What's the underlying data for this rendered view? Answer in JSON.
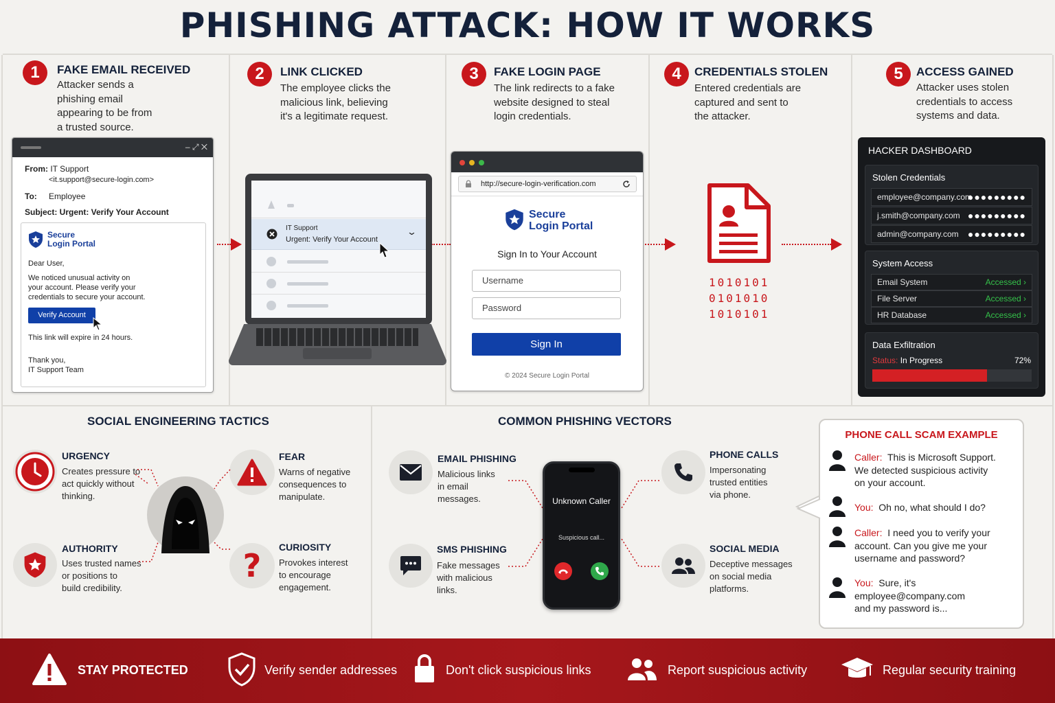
{
  "title": "PHISHING ATTACK: HOW IT WORKS",
  "steps": [
    {
      "num": "1",
      "title": "FAKE EMAIL RECEIVED",
      "lines": [
        "Attacker sends a",
        "phishing email",
        "appearing to be from",
        "a trusted source."
      ]
    },
    {
      "num": "2",
      "title": "LINK CLICKED",
      "lines": [
        "The employee clicks the",
        "malicious link, believing",
        "it's a legitimate request."
      ]
    },
    {
      "num": "3",
      "title": "FAKE LOGIN PAGE",
      "lines": [
        "The link redirects to a fake",
        "website designed to steal",
        "login credentials."
      ]
    },
    {
      "num": "4",
      "title": "CREDENTIALS STOLEN",
      "lines": [
        "Entered credentials are",
        "captured and sent to",
        "the attacker."
      ]
    },
    {
      "num": "5",
      "title": "ACCESS GAINED",
      "lines": [
        "Attacker uses stolen",
        "credentials to access",
        "systems and data."
      ]
    }
  ],
  "email": {
    "window_controls": "– ⤢ ✕",
    "from_label": "From:",
    "from_name": "IT Support",
    "from_addr": "<it.support@secure-login.com>",
    "to_label": "To:",
    "to_value": "Employee",
    "subject": "Subject: Urgent: Verify Your Account",
    "brand_1": "Secure",
    "brand_2": "Login Portal",
    "greeting": "Dear User,",
    "body": [
      "We noticed unusual activity on",
      "your account. Please verify your",
      "credentials to secure your account."
    ],
    "button": "Verify Account",
    "expire": "This link will expire in 24 hours.",
    "signoff_1": "Thank you,",
    "signoff_2": "IT Support Team"
  },
  "laptop": {
    "sender": "IT Support",
    "subject": "Urgent: Verify Your Account"
  },
  "login": {
    "url": "http://secure-login-verification.com",
    "brand_1": "Secure",
    "brand_2": "Login Portal",
    "heading": "Sign In to Your Account",
    "username_placeholder": "Username",
    "password_placeholder": "Password",
    "button": "Sign In",
    "footer": "© 2024 Secure Login Portal"
  },
  "binary": [
    "1010101",
    "0101010",
    "1010101"
  ],
  "dashboard": {
    "title": "HACKER DASHBOARD",
    "creds_title": "Stolen Credentials",
    "creds": [
      {
        "email": "employee@company.com",
        "mask": "●●●●●●●●●"
      },
      {
        "email": "j.smith@company.com",
        "mask": "●●●●●●●●●"
      },
      {
        "email": "admin@company.com",
        "mask": "●●●●●●●●●"
      }
    ],
    "access_title": "System Access",
    "access": [
      {
        "name": "Email System",
        "status": "Accessed ›"
      },
      {
        "name": "File Server",
        "status": "Accessed ›"
      },
      {
        "name": "HR Database",
        "status": "Accessed ›"
      }
    ],
    "exfil_title": "Data Exfiltration",
    "status_label": "Status:",
    "status_value": "In Progress",
    "progress_text": "72%",
    "progress": 0.72
  },
  "tactics": {
    "title": "SOCIAL ENGINEERING TACTICS",
    "items": [
      {
        "title": "URGENCY",
        "lines": [
          "Creates pressure to",
          "act quickly without",
          "thinking."
        ]
      },
      {
        "title": "FEAR",
        "lines": [
          "Warns of negative",
          "consequences to",
          "manipulate."
        ]
      },
      {
        "title": "AUTHORITY",
        "lines": [
          "Uses trusted names",
          "or positions to",
          "build credibility."
        ]
      },
      {
        "title": "CURIOSITY",
        "lines": [
          "Provokes interest",
          "to encourage",
          "engagement."
        ]
      }
    ]
  },
  "vectors": {
    "title": "COMMON PHISHING VECTORS",
    "items": [
      {
        "title": "EMAIL PHISHING",
        "lines": [
          "Malicious links",
          "in email",
          "messages."
        ]
      },
      {
        "title": "SMS PHISHING",
        "lines": [
          "Fake messages",
          "with malicious",
          "links."
        ]
      },
      {
        "title": "PHONE CALLS",
        "lines": [
          "Impersonating",
          "trusted entities",
          "via phone."
        ]
      },
      {
        "title": "SOCIAL MEDIA",
        "lines": [
          "Deceptive messages",
          "on social media",
          "platforms."
        ]
      }
    ],
    "phone_caller": "Unknown Caller",
    "phone_status": "Suspicious call..."
  },
  "scam": {
    "title": "PHONE CALL SCAM EXAMPLE",
    "lines": [
      {
        "who": "Caller:",
        "text": [
          "This is Microsoft Support.",
          "We detected suspicious activity",
          "on your account."
        ]
      },
      {
        "who": "You:",
        "text": [
          "Oh no, what should I do?"
        ]
      },
      {
        "who": "Caller:",
        "text": [
          "I need you to verify your",
          "account. Can you give me your",
          "username and password?"
        ]
      },
      {
        "who": "You:",
        "text": [
          "Sure, it's",
          "employee@company.com",
          "and my password is..."
        ]
      }
    ]
  },
  "footer": {
    "items": [
      "STAY PROTECTED",
      "Verify sender addresses",
      "Don't click suspicious links",
      "Report suspicious activity",
      "Regular security training"
    ]
  },
  "colors": {
    "accent": "#c8171c",
    "navy": "#14213a",
    "button": "#1040a8",
    "green": "#35c14a"
  }
}
